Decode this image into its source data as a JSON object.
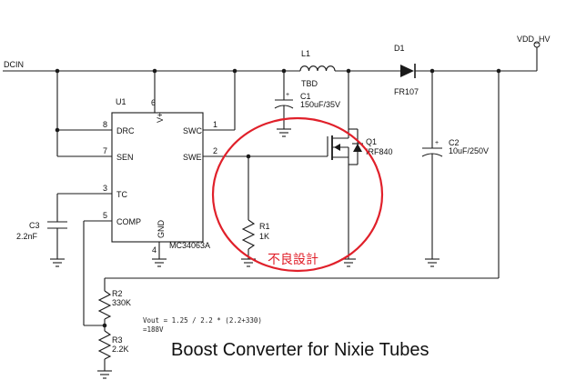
{
  "net": {
    "input": "DCIN",
    "output": "VDD_HV"
  },
  "ic": {
    "ref": "U1",
    "part": "MC34063A",
    "pins": {
      "drc_name": "DRC",
      "drc_num": "8",
      "sen_name": "SEN",
      "sen_num": "7",
      "tc_name": "TC",
      "tc_num": "3",
      "comp_name": "COMP",
      "comp_num": "5",
      "vplus_name": "V+",
      "vplus_num": "6",
      "gnd_name": "GND",
      "gnd_num": "4",
      "swc_name": "SWC",
      "swc_num": "1",
      "swe_name": "SWE",
      "swe_num": "2"
    }
  },
  "components": {
    "l1": {
      "ref": "L1",
      "value": "TBD"
    },
    "d1": {
      "ref": "D1",
      "value": "FR107"
    },
    "c1": {
      "ref": "C1",
      "value": "150uF/35V",
      "polarity": "+"
    },
    "c2": {
      "ref": "C2",
      "value": "10uF/250V",
      "polarity": "+"
    },
    "c3": {
      "ref": "C3",
      "value": "2.2nF"
    },
    "q1": {
      "ref": "Q1",
      "value": "IRF840"
    },
    "r1": {
      "ref": "R1",
      "value": "1K"
    },
    "r2": {
      "ref": "R2",
      "value": "330K"
    },
    "r3": {
      "ref": "R3",
      "value": "2.2K"
    }
  },
  "formula": {
    "line1": "Vout = 1.25 / 2.2 * (2.2+330)",
    "line2": "=188V"
  },
  "annotation": {
    "text": "不良設計",
    "color": "#e0202a"
  },
  "caption": "Boost Converter for Nixie Tubes"
}
